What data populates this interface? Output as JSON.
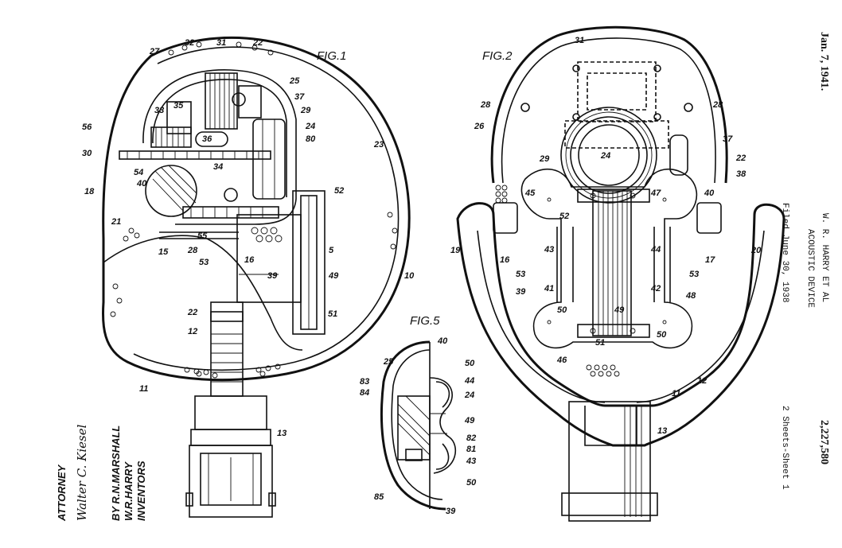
{
  "figures": {
    "fig1": {
      "title": "FIG.1",
      "labels": [
        "27",
        "32",
        "31",
        "22",
        "25",
        "37",
        "29",
        "24",
        "80",
        "56",
        "33",
        "35",
        "36",
        "30",
        "34",
        "54",
        "18",
        "40",
        "21",
        "55",
        "15",
        "28",
        "16",
        "53",
        "52",
        "23",
        "39",
        "49",
        "10",
        "5",
        "22",
        "12",
        "51",
        "11",
        "13"
      ]
    },
    "fig2": {
      "title": "FIG.2",
      "labels": [
        "31",
        "28",
        "26",
        "28",
        "37",
        "22",
        "38",
        "29",
        "24",
        "45",
        "47",
        "40",
        "52",
        "19",
        "16",
        "43",
        "44",
        "17",
        "20",
        "53",
        "41",
        "42",
        "53",
        "39",
        "48",
        "50",
        "49",
        "50",
        "51",
        "46",
        "11",
        "12",
        "13"
      ]
    },
    "fig5": {
      "title": "FIG.5",
      "labels": [
        "40",
        "25",
        "50",
        "83",
        "84",
        "44",
        "24",
        "49",
        "82",
        "81",
        "43",
        "85",
        "50",
        "39"
      ]
    }
  },
  "inventors": {
    "heading": "INVENTORS",
    "line1": "W.R.HARRY",
    "line2": "BY R.N.MARSHALL",
    "attorney_signature": "Walter C. Kiesel",
    "attorney_title": "ATTORNEY"
  },
  "header": {
    "date": "Jan. 7, 1941.",
    "names": "W. R. HARRY ET AL",
    "title": "ACOUSTIC DEVICE",
    "filed": "Filed June 30, 1938",
    "sheets": "2 Sheets-Sheet 1",
    "patent_number": "2,227,580"
  }
}
